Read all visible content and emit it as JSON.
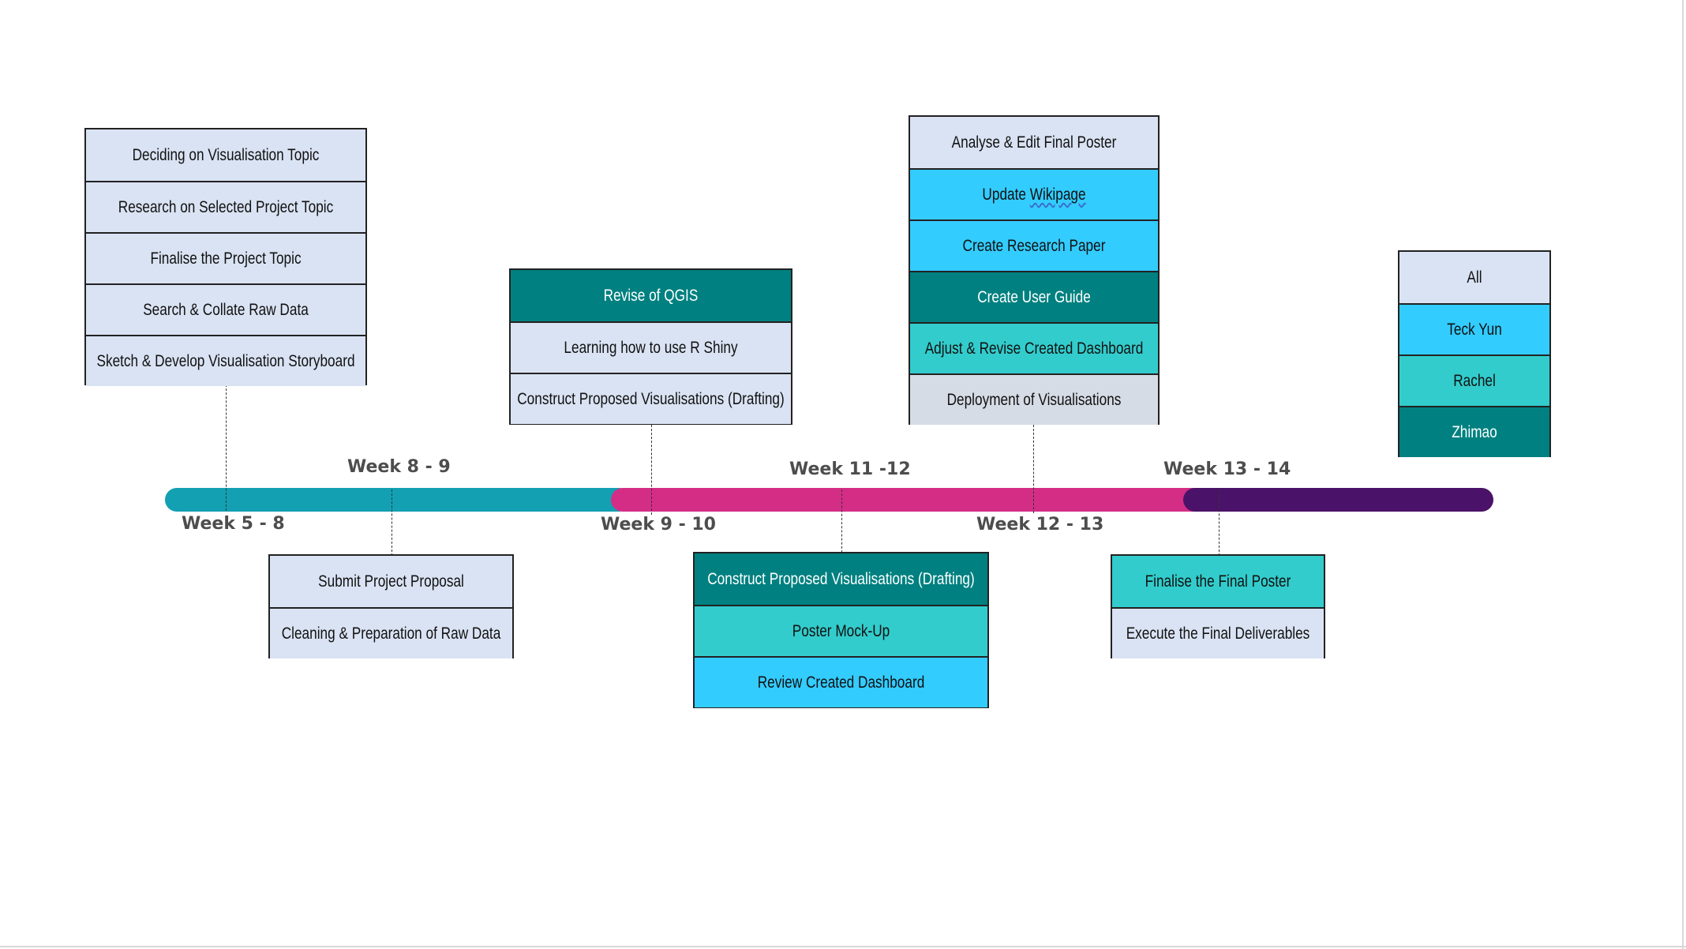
{
  "colors": {
    "all": "#dae3f3",
    "teck_yun": "#33ccff",
    "rachel": "#33cccc",
    "zhimao": "#008080",
    "grey": "#d6dce5",
    "bar_teal": "#13a0b3",
    "bar_magenta": "#d42d86",
    "bar_purple": "#4b1269"
  },
  "weeks": {
    "w5_8": "Week 5 - 8",
    "w8_9": "Week 8 - 9",
    "w9_10": "Week 9 - 10",
    "w11_12": "Week 11 -12",
    "w12_13": "Week 12 - 13",
    "w13_14": "Week 13 - 14"
  },
  "box_w5_8": {
    "items": [
      "Deciding on Visualisation Topic",
      "Research on Selected Project Topic",
      "Finalise the Project Topic",
      "Search & Collate Raw Data",
      "Sketch & Develop Visualisation Storyboard"
    ]
  },
  "box_w8_9": {
    "items": [
      "Submit Project Proposal",
      "Cleaning & Preparation of Raw Data"
    ]
  },
  "box_w9_10": {
    "items": [
      "Revise of QGIS",
      "Learning how to use R Shiny",
      "Construct Proposed Visualisations (Drafting)"
    ]
  },
  "box_w11_12": {
    "items": [
      "Construct Proposed Visualisations (Drafting)",
      "Poster Mock-Up",
      "Review Created Dashboard"
    ]
  },
  "box_w12_13": {
    "items": [
      "Analyse & Edit Final Poster",
      "Update",
      "Wikipage",
      "Create Research Paper",
      "Create User Guide",
      "Adjust & Revise Created Dashboard",
      "Deployment of Visualisations"
    ]
  },
  "box_w13_14": {
    "items": [
      "Finalise the Final Poster",
      "Execute the Final Deliverables"
    ]
  },
  "legend": {
    "items": [
      "All",
      "Teck Yun",
      "Rachel",
      "Zhimao"
    ]
  }
}
